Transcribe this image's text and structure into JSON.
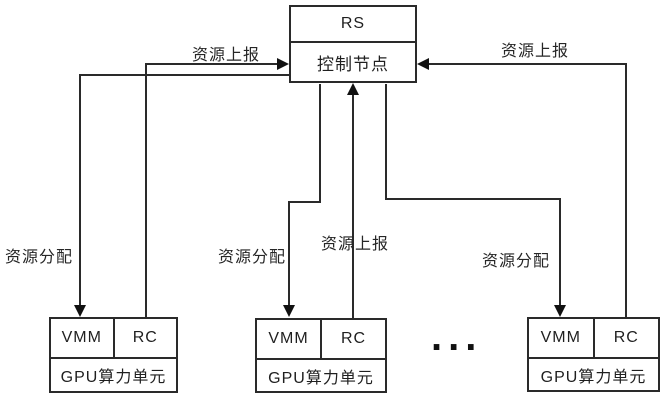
{
  "control_node": {
    "top_label": "RS",
    "bottom_label": "控制节点"
  },
  "units": [
    {
      "vmm": "VMM",
      "rc": "RC",
      "label": "GPU算力单元"
    },
    {
      "vmm": "VMM",
      "rc": "RC",
      "label": "GPU算力单元"
    },
    {
      "vmm": "VMM",
      "rc": "RC",
      "label": "GPU算力单元"
    }
  ],
  "ellipsis": "...",
  "labels": {
    "report_left": "资源上报",
    "report_middle": "资源上报",
    "report_right": "资源上报",
    "allocate_left": "资源分配",
    "allocate_middle": "资源分配",
    "allocate_right": "资源分配"
  },
  "colors": {
    "line": "#2a2a2a",
    "background": "#ffffff",
    "text": "#1f1f1f"
  }
}
